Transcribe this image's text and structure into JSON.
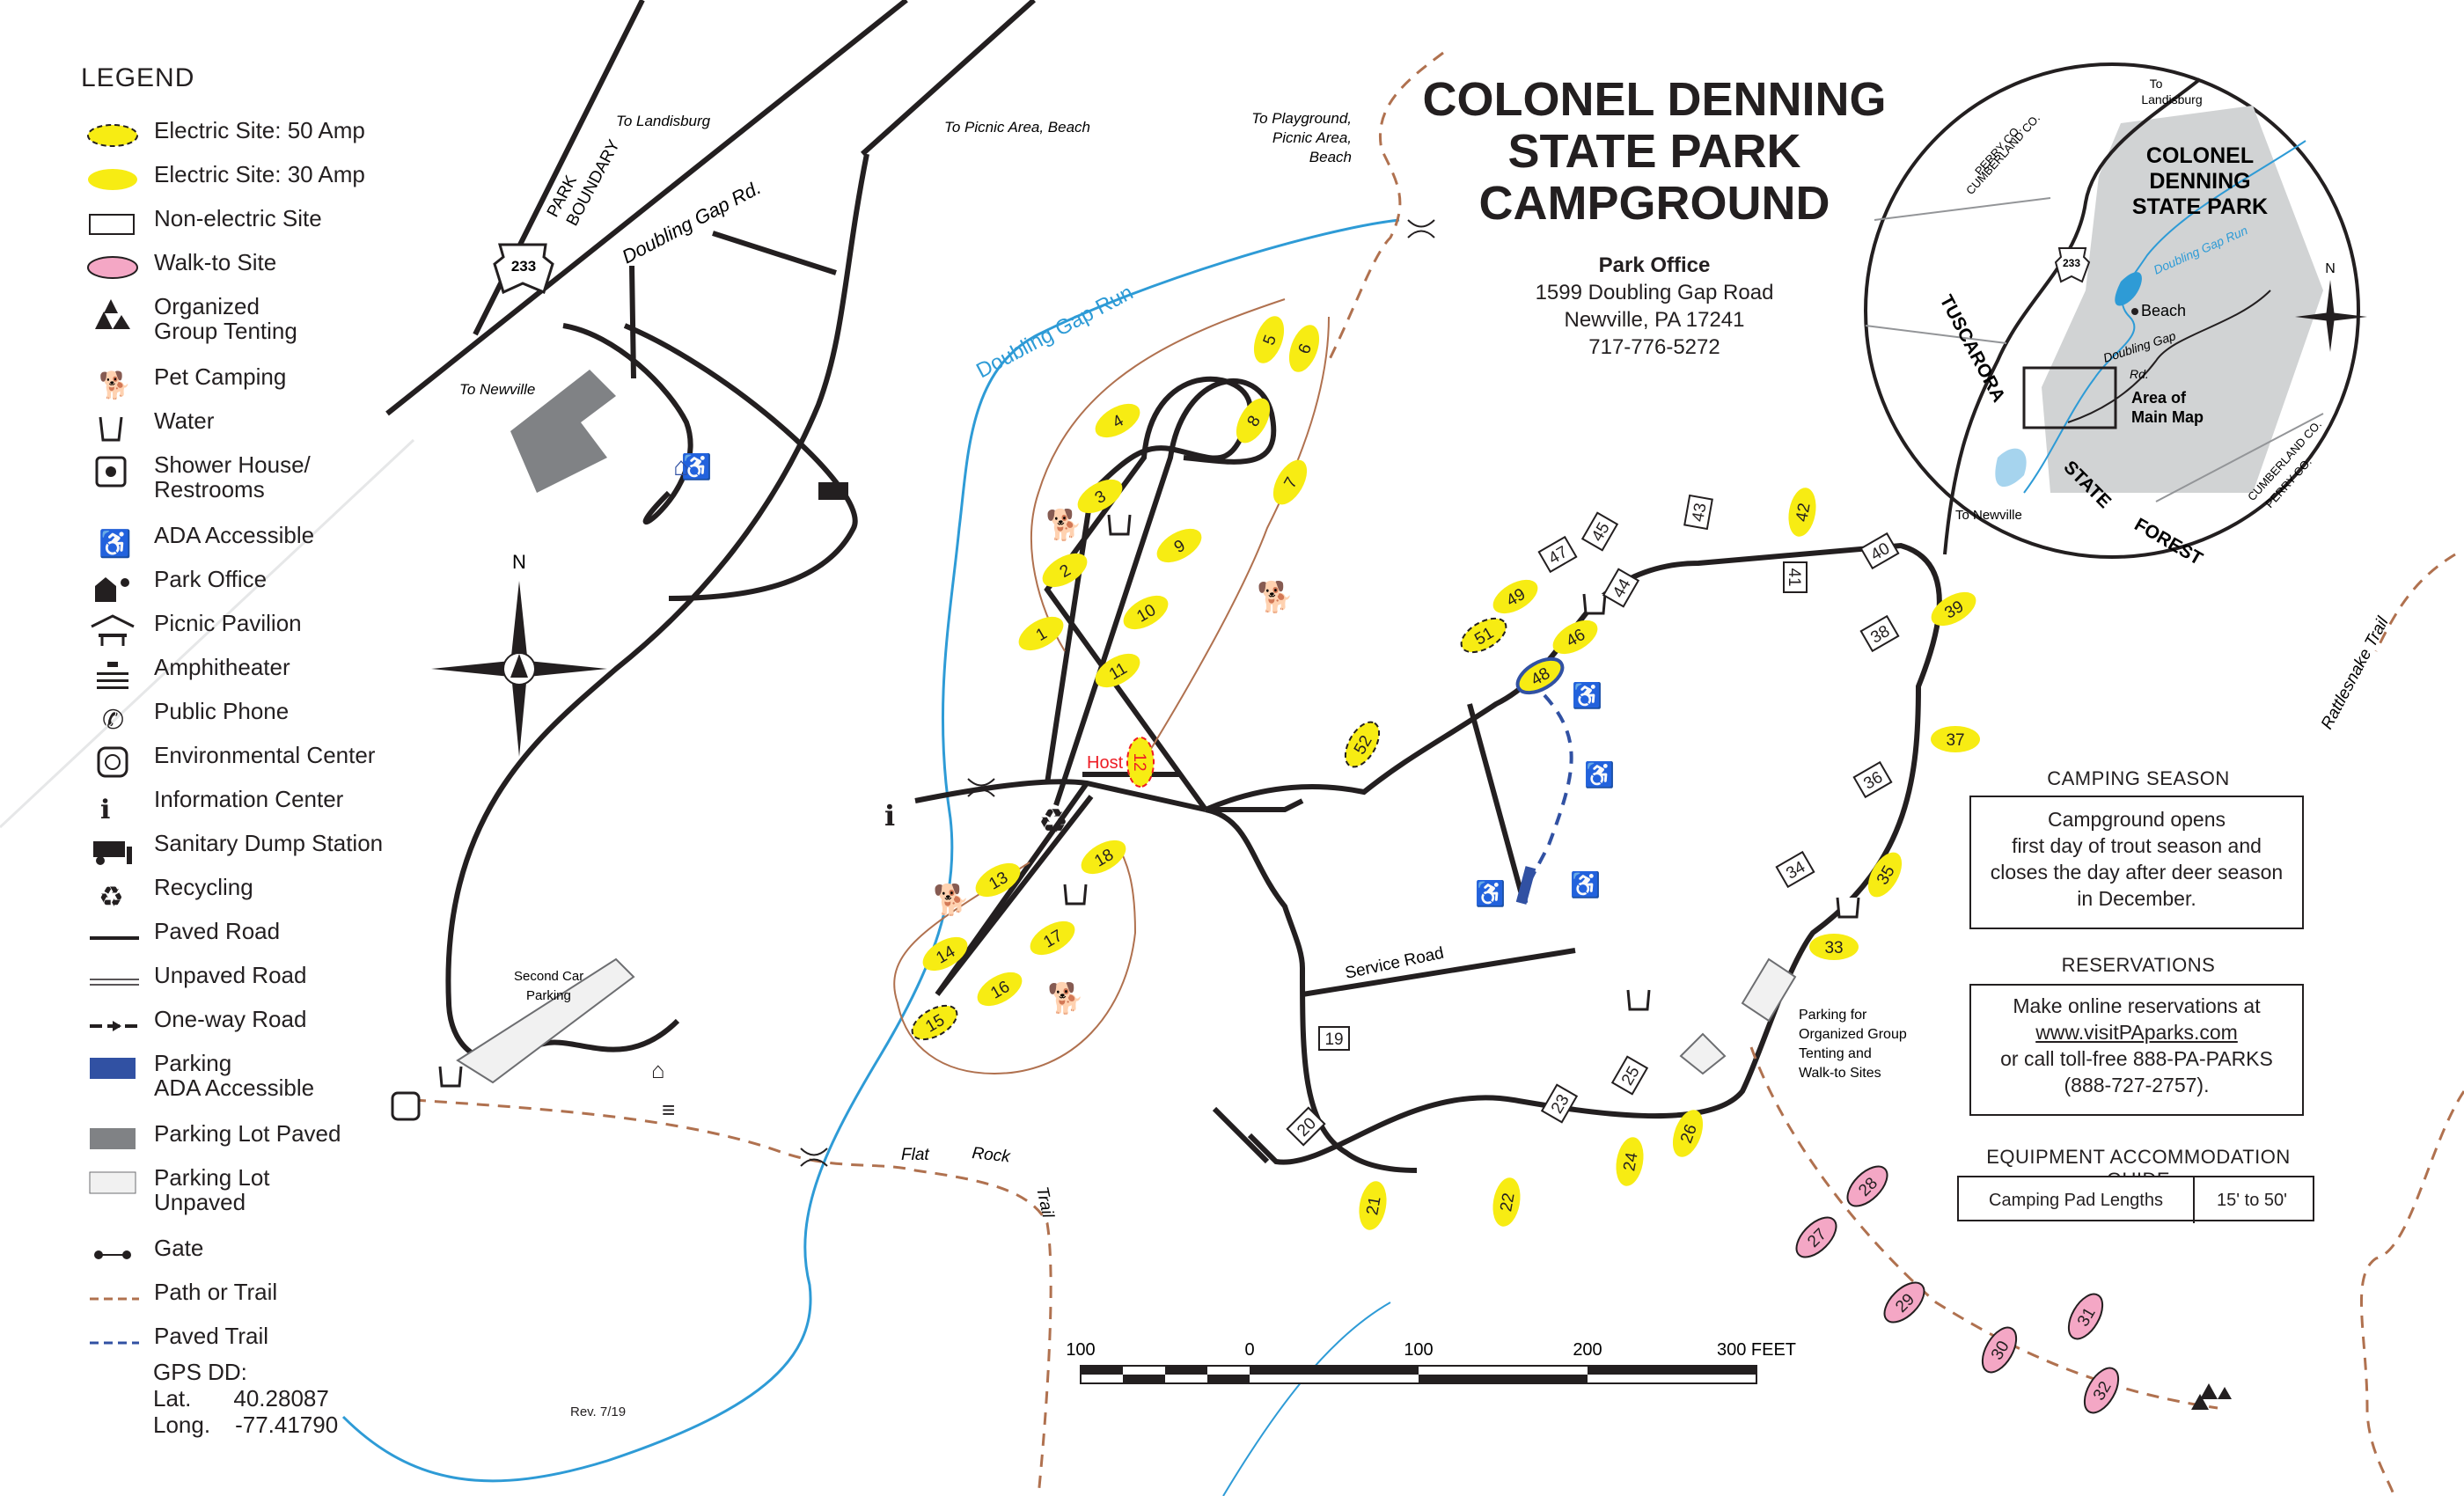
{
  "title": [
    "COLONEL DENNING",
    "STATE PARK",
    "CAMPGROUND"
  ],
  "office": {
    "heading": "Park Office",
    "address1": "1599 Doubling Gap Road",
    "address2": "Newville, PA 17241",
    "phone": "717-776-5272"
  },
  "legend": {
    "title": "LEGEND",
    "items": [
      {
        "label": "Electric Site: 50 Amp",
        "icon": "electric-50-amp-icon"
      },
      {
        "label": "Electric Site: 30 Amp",
        "icon": "electric-30-amp-icon"
      },
      {
        "label": "Non-electric Site",
        "icon": "non-electric-site-icon"
      },
      {
        "label": "Walk-to Site",
        "icon": "walk-to-site-icon"
      },
      {
        "label": "Organized\nGroup Tenting",
        "icon": "group-tenting-icon"
      },
      {
        "label": "Pet Camping",
        "icon": "pet-camping-icon"
      },
      {
        "label": "Water",
        "icon": "water-icon"
      },
      {
        "label": "Shower House/\nRestrooms",
        "icon": "shower-house-icon"
      },
      {
        "label": "ADA  Accessible",
        "icon": "ada-accessible-icon"
      },
      {
        "label": "Park Office",
        "icon": "park-office-icon"
      },
      {
        "label": "Picnic Pavilion",
        "icon": "picnic-pavilion-icon"
      },
      {
        "label": "Amphitheater",
        "icon": "amphitheater-icon"
      },
      {
        "label": "Public Phone",
        "icon": "public-phone-icon"
      },
      {
        "label": "Environmental Center",
        "icon": "environmental-center-icon"
      },
      {
        "label": "Information Center",
        "icon": "information-center-icon"
      },
      {
        "label": "Sanitary Dump Station",
        "icon": "dump-station-icon"
      },
      {
        "label": "Recycling",
        "icon": "recycling-icon"
      },
      {
        "label": "Paved Road",
        "icon": "paved-road-icon"
      },
      {
        "label": "Unpaved Road",
        "icon": "unpaved-road-icon"
      },
      {
        "label": "One-way Road",
        "icon": "one-way-road-icon"
      },
      {
        "label": "Parking\nADA Accessible",
        "icon": "ada-parking-icon"
      },
      {
        "label": "Parking Lot Paved",
        "icon": "paved-lot-icon"
      },
      {
        "label": "Parking Lot\nUnpaved",
        "icon": "unpaved-lot-icon"
      },
      {
        "label": "Gate",
        "icon": "gate-icon"
      },
      {
        "label": "Path or Trail",
        "icon": "trail-icon"
      },
      {
        "label": "Paved Trail",
        "icon": "paved-trail-icon"
      }
    ]
  },
  "gps": {
    "heading": "GPS DD:",
    "lat_label": "Lat.",
    "lat": "40.28087",
    "long_label": "Long.",
    "long": "-77.41790"
  },
  "revision": "Rev. 7/19",
  "camping_season": {
    "heading": "CAMPING SEASON",
    "text": [
      "Campground opens",
      "first day of trout season and",
      "closes the day after deer season",
      "in December."
    ]
  },
  "reservations": {
    "heading": "RESERVATIONS",
    "line1": "Make online reservations at",
    "url": "www.visitPAparks.com",
    "line2": "or call toll-free 888-PA-PARKS",
    "line3": "(888-727-2757)."
  },
  "equipment": {
    "heading": "EQUIPMENT ACCOMMODATION GUIDE",
    "label": "Camping Pad Lengths",
    "value": "15' to 50'"
  },
  "scale": {
    "labels": [
      "100",
      "0",
      "100",
      "200",
      "300 FEET"
    ]
  },
  "map_labels": {
    "doubling_gap_rd": "Doubling Gap Rd.",
    "park_boundary": [
      "PARK",
      "BOUNDARY"
    ],
    "to_landisburg": "To Landisburg",
    "to_picnic": "To Picnic Area, Beach",
    "to_playground": [
      "To Playground,",
      "Picnic Area,",
      "Beach"
    ],
    "to_newville": "To Newville",
    "route": "233",
    "doubling_gap_run": "Doubling    Gap    Run",
    "host": "Host",
    "service_road": "Service    Road",
    "second_car": [
      "Second Car",
      "Parking"
    ],
    "flat_rock_trail": [
      "Flat",
      "Rock",
      "Trail"
    ],
    "rattlesnake_trail": "Rattlesnake  Trail",
    "group_parking": [
      "Parking for",
      "Organized Group",
      "Tenting and",
      "Walk-to Sites"
    ],
    "north": "N"
  },
  "inset": {
    "title": [
      "COLONEL",
      "DENNING",
      "STATE PARK"
    ],
    "to_landisburg": [
      "To",
      "Landisburg"
    ],
    "to_newville": "To Newville",
    "perry_cumberland": [
      "PERRY CO.",
      "CUMBERLAND CO."
    ],
    "cumberland_perry": [
      "CUMBERLAND CO.",
      "PERRY CO."
    ],
    "doubling_gap_run": "Doubling Gap Run",
    "beach": "Beach",
    "doubling_gap_rd": [
      "Doubling Gap",
      "Rd."
    ],
    "area_of_main_map": [
      "Area of",
      "Main Map"
    ],
    "tuscarora": "TUSCARORA",
    "state": "STATE",
    "forest": "FOREST",
    "route": "233",
    "north": "N"
  },
  "colors": {
    "electric": "#f7ec13",
    "walk_to": "#f4a7c5",
    "trail": "#b0714f",
    "stream": "#2e9bd6",
    "ada_blue": "#3151a3",
    "parking_gray": "#808285",
    "host_red": "#ed1c24"
  },
  "sites": {
    "electric_30": [
      "1",
      "2",
      "3",
      "4",
      "5",
      "6",
      "7",
      "8",
      "9",
      "10",
      "11",
      "13",
      "14",
      "16",
      "17",
      "18",
      "21",
      "22",
      "24",
      "26",
      "33",
      "35",
      "37",
      "39",
      "42",
      "46",
      "49"
    ],
    "electric_50": [
      "12",
      "15",
      "51",
      "52"
    ],
    "ada_electric": [
      "48"
    ],
    "non_electric": [
      "19",
      "20",
      "23",
      "25",
      "34",
      "36",
      "38",
      "40",
      "41",
      "43",
      "44",
      "45",
      "47"
    ],
    "walk_to": [
      "27",
      "28",
      "29",
      "30",
      "31",
      "32"
    ]
  }
}
